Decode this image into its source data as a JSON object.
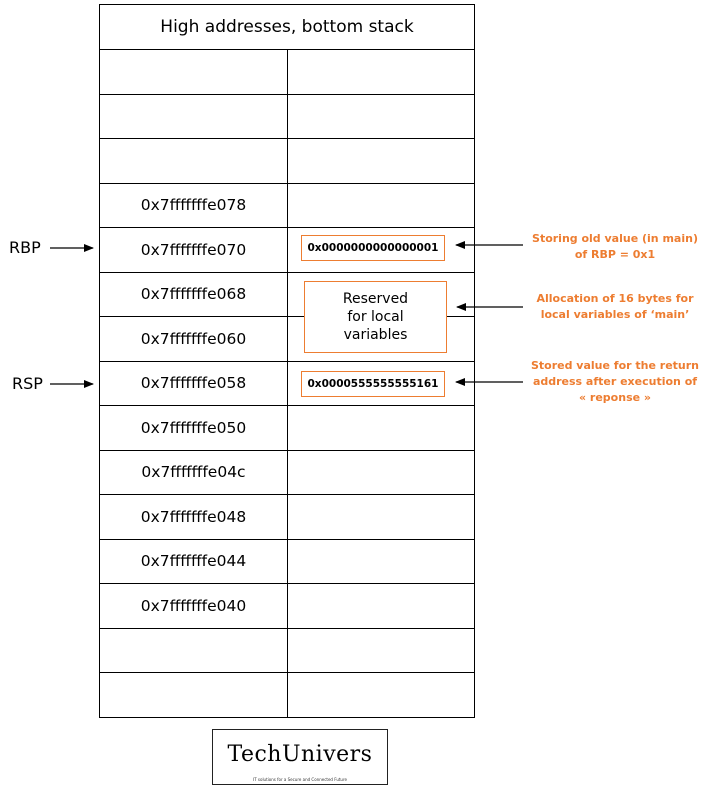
{
  "stack": {
    "header": "High addresses, bottom stack",
    "rows": [
      {
        "address": ""
      },
      {
        "address": ""
      },
      {
        "address": ""
      },
      {
        "address": "0x7fffffffe078"
      },
      {
        "address": "0x7fffffffe070"
      },
      {
        "address": "0x7fffffffe068"
      },
      {
        "address": "0x7fffffffe060"
      },
      {
        "address": "0x7fffffffe058"
      },
      {
        "address": "0x7fffffffe050"
      },
      {
        "address": "0x7fffffffe04c"
      },
      {
        "address": "0x7fffffffe048"
      },
      {
        "address": "0x7fffffffe044"
      },
      {
        "address": "0x7fffffffe040"
      },
      {
        "address": ""
      },
      {
        "address": ""
      }
    ]
  },
  "registers": {
    "rbp": "RBP",
    "rsp": "RSP"
  },
  "values": {
    "rbp_value": "0x0000000000000001",
    "reserved_text": "Reserved\nfor local\nvariables",
    "rsp_value": "0x0000555555555161"
  },
  "notes": {
    "rbp_note": "Storing old value (in main)\nof RBP = 0x1",
    "local_note": "Allocation of 16 bytes for\nlocal variables of ‘main’",
    "ret_note": "Stored value for the return\naddress after execution of\n« reponse »"
  },
  "logo": {
    "name": "TechUnivers",
    "tagline": "IT solutions for a Secure and Connected Future"
  },
  "colors": {
    "accent": "#ed7d31",
    "line": "#000000"
  }
}
